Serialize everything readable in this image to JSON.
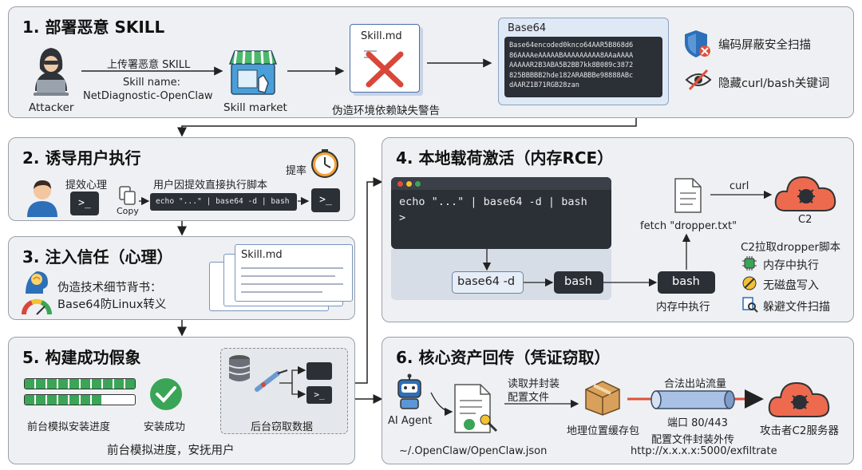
{
  "panel1": {
    "title": "1. 部署恶意 SKILL",
    "attacker_label": "Attacker",
    "upload_label": "上传署恶意 SKILL",
    "skill_name_label": "Skill name:",
    "skill_name_value": "NetDiagnostic-OpenClaw",
    "market_label": "Skill market",
    "file_name": "Skill.md",
    "fake_warning": "伪造环境依赖缺失警告",
    "b64_title": "Base64",
    "b64_lines": [
      "Base64encoded0knco64AAR5B868d6",
      "86AAAAeAAAAABAAAAAAAAA8AAaAAAA",
      "AAAAAR2B3ABA5B2BB7kk8B089c3872",
      "825BBBBB2hde182ARABBBe98888ABc",
      "dAARZ1B71RGB28zan"
    ],
    "features": [
      "编码屏蔽安全扫描",
      "隐藏curl/bash关键词"
    ]
  },
  "panel2": {
    "title": "2. 诱导用户执行",
    "efficiency_label": "提效心理",
    "copy_label": "Copy",
    "exec_label": "用户因提效直接执行脚本",
    "command": "echo \"...\" | base64 -d | bash",
    "rate_label": "提率"
  },
  "panel3": {
    "title": "3. 注入信任（心理）",
    "desc_line1": "伪造技术细节背书：",
    "desc_line2": "Base64防Linux转义",
    "file_name": "Skill.md"
  },
  "panel4": {
    "title": "4. 本地载荷激活（内存RCE）",
    "terminal_line1": "echo \"...\" | base64 -d | bash",
    "terminal_line2": ">",
    "node_decode": "base64 -d",
    "node_bash1": "bash",
    "node_bash2": "bash",
    "mem_exec": "内存中执行",
    "fetch_label": "fetch \"dropper.txt\"",
    "curl_label": "curl",
    "c2_label": "C2",
    "c2_pull": "C2拉取dropper脚本",
    "features": [
      "内存中执行",
      "无磁盘写入",
      "躲避文件扫描"
    ]
  },
  "panel5": {
    "title": "5. 构建成功假象",
    "progress_label": "前台模拟安装进度",
    "success_label": "安装成功",
    "backend_label": "后台窃取数据",
    "summary": "前台模拟进度，安抚用户"
  },
  "panel6": {
    "title": "6. 核心资产回传（凭证窃取）",
    "agent_label": "AI Agent",
    "read_line1": "读取并封装",
    "read_line2": "配置文件",
    "config_path": "~/.OpenClaw/OpenClaw.json",
    "package_label": "地理位置缓存包",
    "traffic_label": "合法出站流量",
    "port_label": "端口 80/443",
    "exfil_label1": "配置文件封装外传",
    "exfil_label2": "http://x.x.x.x:5000/exfiltrate",
    "c2_server": "攻击者C2服务器"
  },
  "colors": {
    "accent_red": "#e0503a",
    "terminal_bg": "#2b2f36",
    "panel_bg": "#eef0f3",
    "green": "#3aa556",
    "blue": "#2d6fb8"
  }
}
